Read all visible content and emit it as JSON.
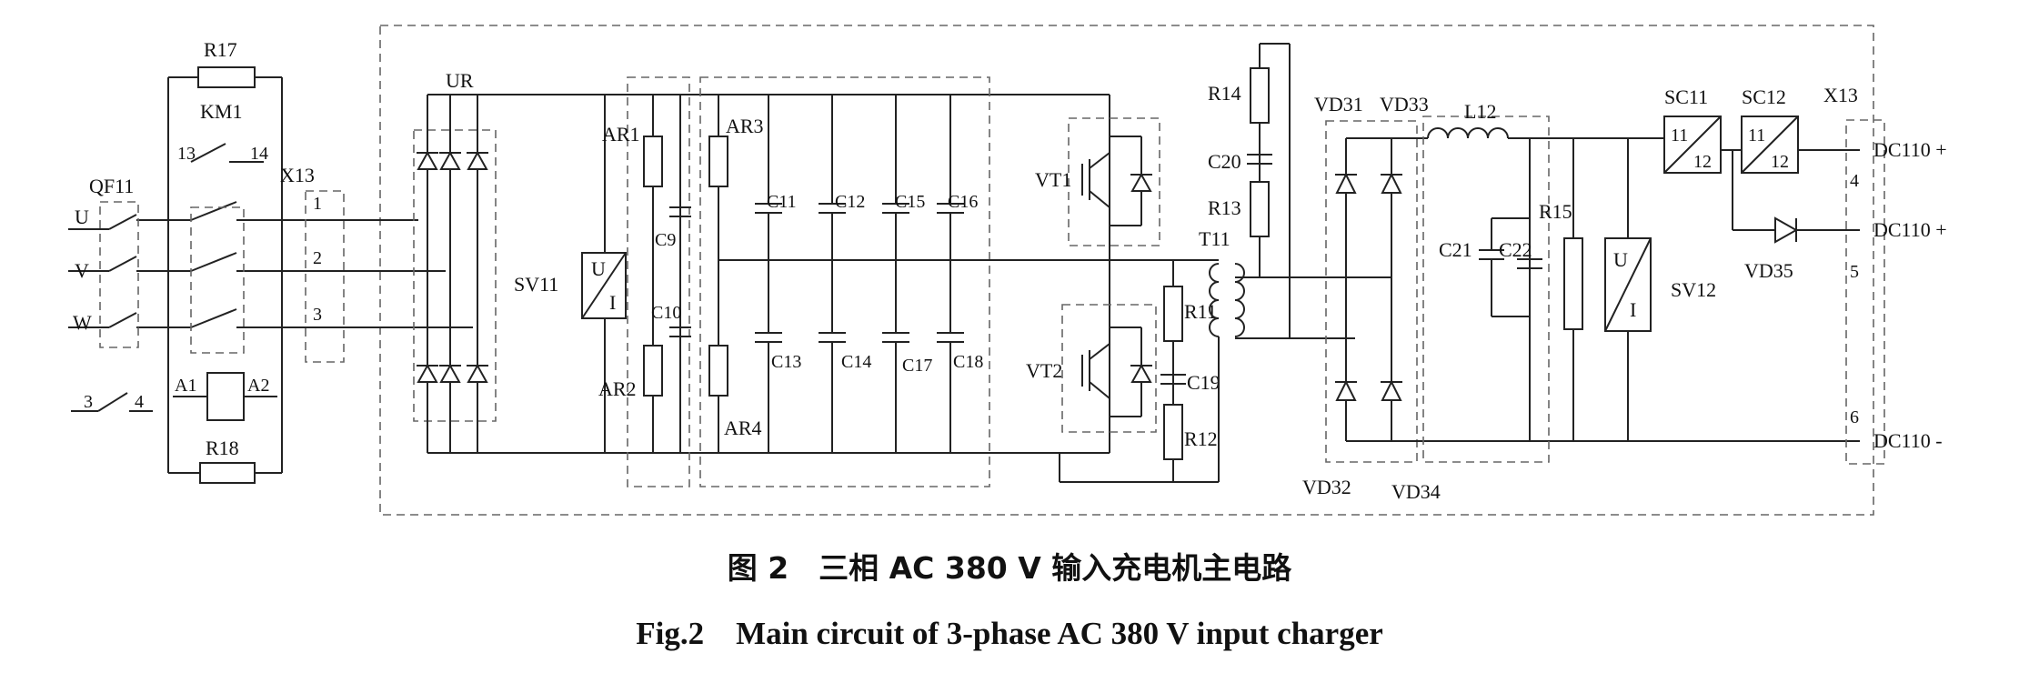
{
  "labels": {
    "qf11": "QF11",
    "u": "U",
    "v": "V",
    "w": "W",
    "r17": "R17",
    "km1": "KM1",
    "c13": "13",
    "c14": "14",
    "x13a": "X13",
    "t1": "1",
    "t2": "2",
    "t3": "3",
    "a1": "A1",
    "a2": "A2",
    "c3": "3",
    "c4": "4",
    "r18": "R18",
    "ur": "UR",
    "sv11": "SV11",
    "sv_u": "U",
    "sv_i": "I",
    "ar1": "AR1",
    "ar2": "AR2",
    "c9": "C9",
    "c10": "C10",
    "ar3": "AR3",
    "ar4": "AR4",
    "c11": "C11",
    "c12": "C12",
    "c15": "C15",
    "c16": "C16",
    "c13c": "C13",
    "c14c": "C14",
    "c17": "C17",
    "c18": "C18",
    "vt1": "VT1",
    "vt2": "VT2",
    "r14": "R14",
    "c20": "C20",
    "r13": "R13",
    "t11": "T11",
    "r11": "R11",
    "c19": "C19",
    "r12": "R12",
    "vd31": "VD31",
    "vd33": "VD33",
    "vd32": "VD32",
    "vd34": "VD34",
    "l12": "L12",
    "c21": "C21",
    "c22": "C22",
    "r15": "R15",
    "sv12": "SV12",
    "sv12_u": "U",
    "sv12_i": "I",
    "sc11": "SC11",
    "sc12": "SC12",
    "sc_11a": "11",
    "sc_12a": "12",
    "sc_11b": "11",
    "sc_12b": "12",
    "x13b": "X13",
    "vd35": "VD35",
    "t4": "4",
    "t5": "5",
    "t6": "6",
    "dc1": "DC110 +",
    "dc2": "DC110 +",
    "dc3": "DC110 -"
  },
  "caption": {
    "cn": "图 2　三相 AC 380 V 输入充电机主电路",
    "en": "Fig.2　Main circuit of 3-phase AC 380 V input charger"
  }
}
